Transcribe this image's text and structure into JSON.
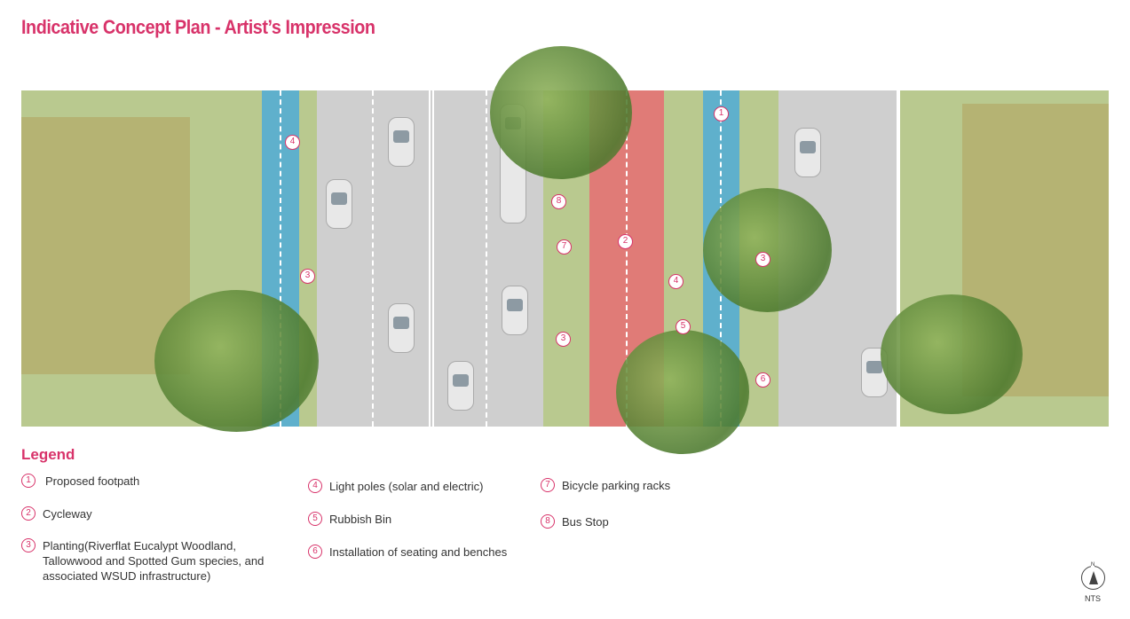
{
  "title": "Indicative Concept Plan - Artist’s Impression",
  "legend": {
    "heading": "Legend",
    "items": [
      {
        "num": "1",
        "label": "Proposed footpath"
      },
      {
        "num": "2",
        "label": "Cycleway"
      },
      {
        "num": "3",
        "label": "Planting(Riverflat Eucalypt Woodland, Tallowwood and Spotted Gum species, and associated WSUD infrastructure)"
      },
      {
        "num": "4",
        "label": "Light poles (solar and electric)"
      },
      {
        "num": "5",
        "label": "Rubbish Bin"
      },
      {
        "num": "6",
        "label": "Installation of seating and benches"
      },
      {
        "num": "7",
        "label": "Bicycle parking racks"
      },
      {
        "num": "8",
        "label": "Bus Stop"
      }
    ]
  },
  "markers": [
    "1",
    "2",
    "3",
    "3",
    "3",
    "4",
    "4",
    "5",
    "6",
    "7",
    "8"
  ],
  "north": {
    "n": "N",
    "scale": "NTS"
  },
  "colors": {
    "accent": "#d8336a",
    "cycleway": "#e07b77",
    "footpath": "#5fb0cc",
    "grass": "#b9c98f",
    "road": "#cfcfcf"
  }
}
